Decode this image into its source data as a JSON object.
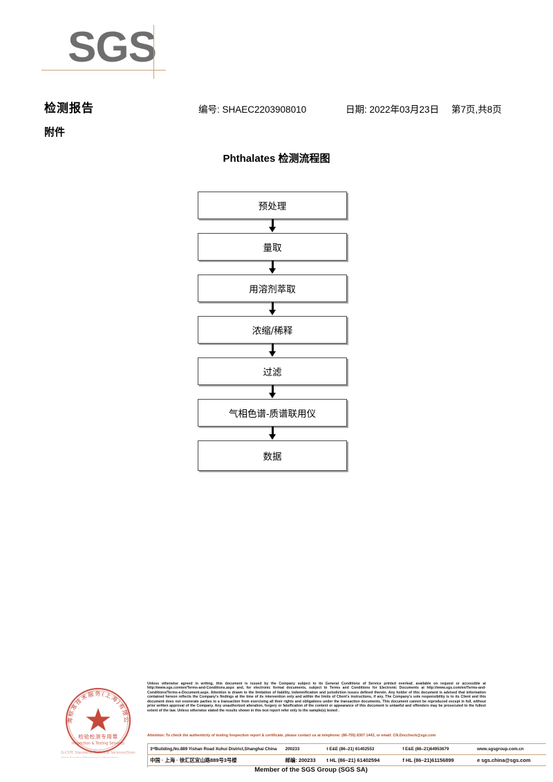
{
  "logo": {
    "text": "SGS",
    "accent_color": "#c8a27c",
    "logo_color": "#6e6e6e"
  },
  "header": {
    "title": "检测报告",
    "attachment_label": "附件",
    "report_no": "编号: SHAEC2203908010",
    "date": "日期: 2022年03月23日",
    "page": "第7页,共8页"
  },
  "flowchart": {
    "title": "Phthalates 检测流程图",
    "steps": [
      {
        "label": "预处理"
      },
      {
        "label": "量取"
      },
      {
        "label": "用溶剂萃取"
      },
      {
        "label": "浓缩/稀释"
      },
      {
        "label": "过滤"
      },
      {
        "label": "气相色谱-质谱联用仪"
      },
      {
        "label": "数据"
      }
    ]
  },
  "seal": {
    "top_arc": "上海标准技术服务(上海)有限公司",
    "line1": "检验检测专用章",
    "line2": "Inspection & Testing Services",
    "under1": "SGS-CSTC Standards Technical Services(Shanghai)Co.,Ltd.",
    "under2": "Testing Center-Chemical Laboratory",
    "color": "#c0392b"
  },
  "footer": {
    "disclaimer": "Unless otherwise agreed in writing, this document is issued by the Company subject to its General Conditions of Service printed overleaf, available on request or accessible at http://www.sgs.com/en/Terms-and-Conditions.aspx and, for electronic format documents, subject to Terms and Conditions for Electronic Documents at http://www.sgs.com/en/Terms-and-Conditions/Terms-e-Document.aspx. Attention is drawn to the limitation of liability, indemnification and jurisdiction issues defined therein. Any holder of this document is advised that information contained hereon reflects the Company's findings at the time of its intervention only and within the limits of Client's instructions, if any. The Company's sole responsibility is to its Client and this document does not exonerate parties to a transaction from exercising all their rights and obligations under the transaction documents. This document cannot be reproduced except in full, without prior written approval of the Company. Any unauthorized alteration, forgery or falsification of the content or appearance of this document is unlawful and offenders may be prosecuted to the fullest extent of the law. Unless otherwise stated the results shown in this test report refer only to the sample(s) tested .",
    "attention": "Attention: To check the authenticity of testing /inspection report & certificate, please contact us at telephone: (86-755) 8307 1443, or email: CN.Doccheck@sgs.com",
    "attention_color": "#b5471f",
    "address_en": "3ʳᵈBuilding,No.889 Yishan Road Xuhui District,Shanghai China",
    "zip_en": "200233",
    "tel_en_1": "t E&E (86–21) 61402553",
    "tel_en_2": "f E&E (86–21)64953679",
    "web": "www.sgsgroup.com.cn",
    "address_cn": "中国 · 上海 · 徐汇区宜山路889号3号楼",
    "zip_cn": "邮编: 200233",
    "tel_cn_1": "t HL (86–21) 61402594",
    "tel_cn_2": "f HL (86–21)61156899",
    "email": "e  sgs.china@sgs.com",
    "member": "Member of the SGS Group (SGS SA)"
  }
}
